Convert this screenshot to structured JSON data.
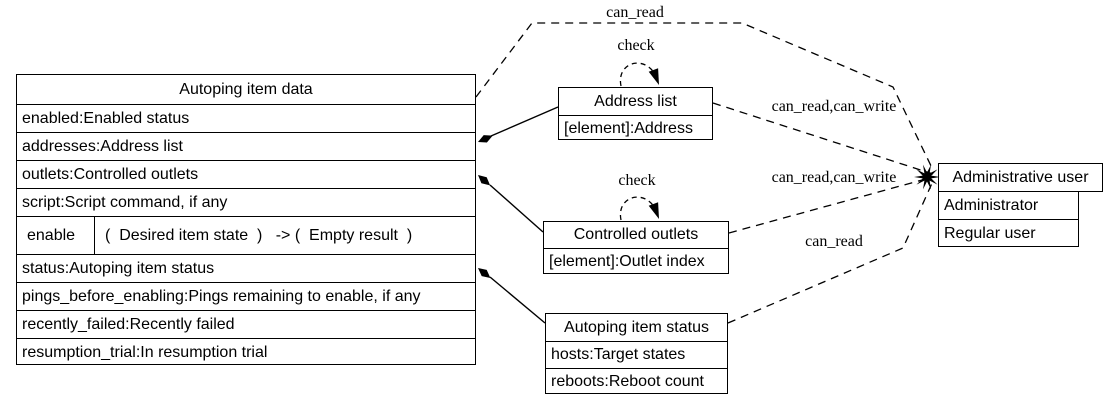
{
  "main_table": {
    "title": "Autoping item data",
    "rows": [
      "enabled:Enabled status",
      "addresses:Address list",
      "outlets:Controlled outlets",
      "script:Script command, if any"
    ],
    "method": {
      "name": "enable",
      "signature": "(  Desired item state  )   -> (  Empty result  )"
    },
    "rows2": [
      "status:Autoping item status",
      "pings_before_enabling:Pings remaining to enable, if any",
      "recently_failed:Recently failed",
      "resumption_trial:In resumption trial"
    ]
  },
  "nodes": {
    "address_list": {
      "title": "Address list",
      "rows": [
        "[element]:Address"
      ]
    },
    "controlled_outlets": {
      "title": "Controlled outlets",
      "rows": [
        "[element]:Outlet index"
      ]
    },
    "autoping_status": {
      "title": "Autoping item status",
      "rows": [
        "hosts:Target states",
        "reboots:Reboot count"
      ]
    },
    "admin_user": {
      "title": "Administrative user",
      "rows": [
        "Administrator",
        "Regular user"
      ]
    }
  },
  "edge_labels": {
    "can_read_top": "can_read",
    "check_address": "check",
    "rw_address": "can_read,can_write",
    "check_outlets": "check",
    "rw_outlets": "can_read,can_write",
    "can_read_status": "can_read"
  },
  "colors": {
    "line": "#000000",
    "background": "#ffffff"
  }
}
